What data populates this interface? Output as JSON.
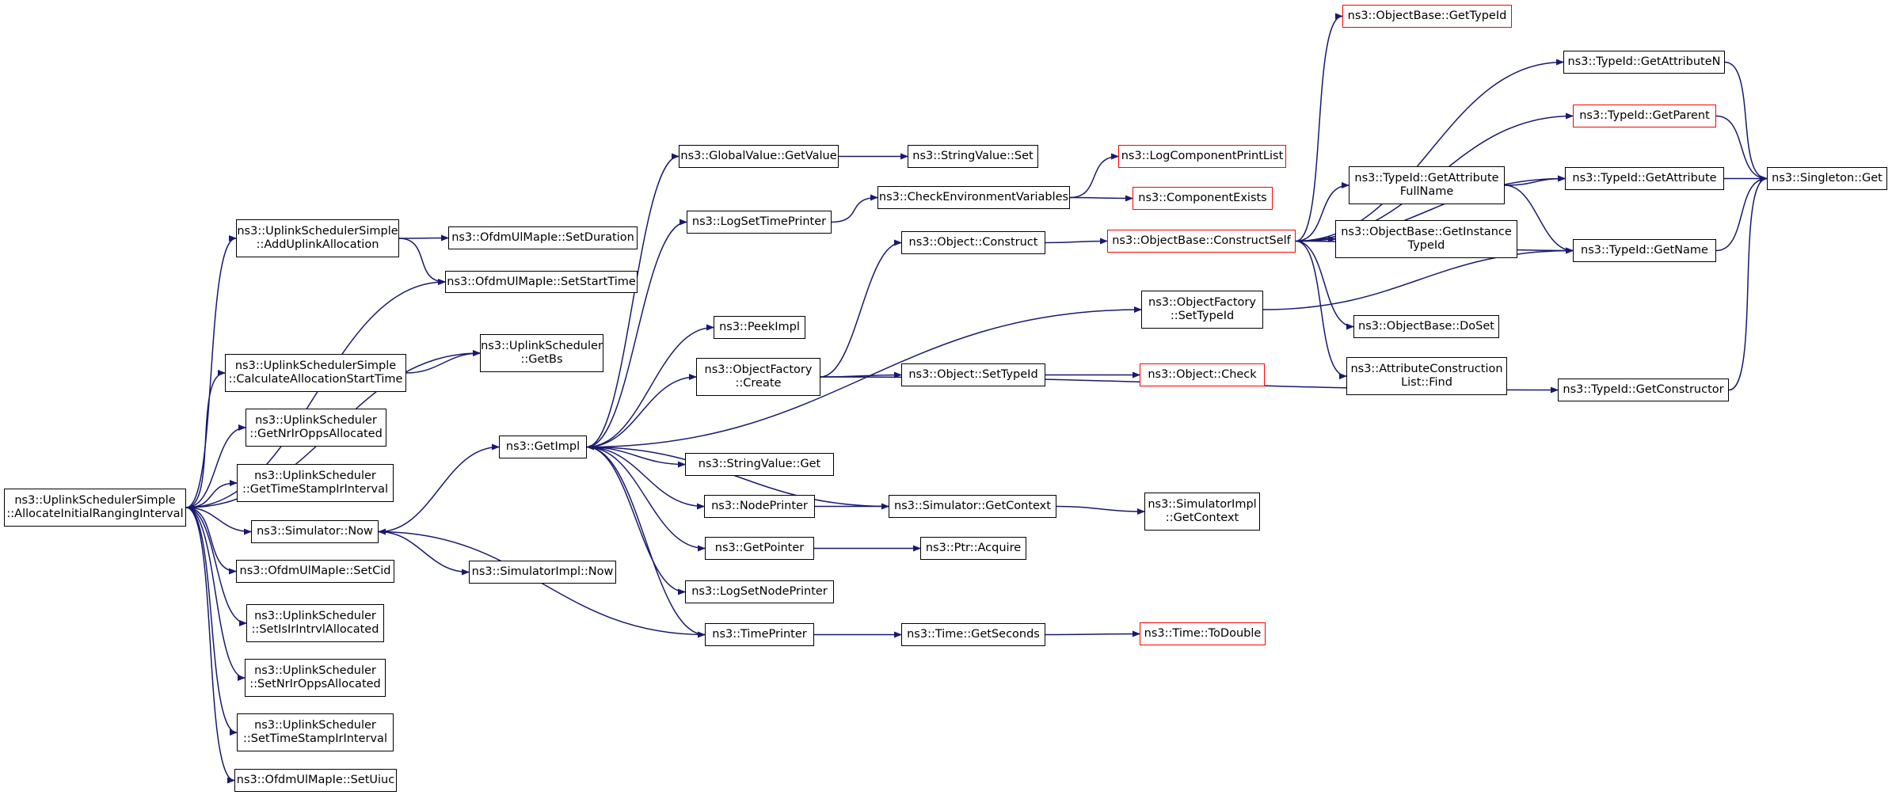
{
  "colors": {
    "edge": "#191970",
    "node_border": "#000000",
    "node_border_incomplete": "#ff0000",
    "root_fill": "#bfbfbf",
    "background": "#ffffff"
  },
  "nodes": [
    {
      "id": "n_root",
      "label": "ns3::UplinkSchedulerSimple\n::AllocateInitialRangingInterval",
      "style": "grey"
    },
    {
      "id": "n_adduplink",
      "label": "ns3::UplinkSchedulerSimple\n::AddUplinkAllocation"
    },
    {
      "id": "n_setduration",
      "label": "ns3::OfdmUlMapIe::SetDuration"
    },
    {
      "id": "n_setstarttime",
      "label": "ns3::OfdmUlMapIe::SetStartTime"
    },
    {
      "id": "n_getbs",
      "label": "ns3::UplinkScheduler\n::GetBs"
    },
    {
      "id": "n_calcalloc",
      "label": "ns3::UplinkSchedulerSimple\n::CalculateAllocationStartTime"
    },
    {
      "id": "n_getnrir",
      "label": "ns3::UplinkScheduler\n::GetNrIrOppsAllocated"
    },
    {
      "id": "n_gettimestamp",
      "label": "ns3::UplinkScheduler\n::GetTimeStampIrInterval"
    },
    {
      "id": "n_simnow",
      "label": "ns3::Simulator::Now"
    },
    {
      "id": "n_setcid",
      "label": "ns3::OfdmUlMapIe::SetCid"
    },
    {
      "id": "n_setisir",
      "label": "ns3::UplinkScheduler\n::SetIsIrIntrvlAllocated"
    },
    {
      "id": "n_setnrir",
      "label": "ns3::UplinkScheduler\n::SetNrIrOppsAllocated"
    },
    {
      "id": "n_settimestamp",
      "label": "ns3::UplinkScheduler\n::SetTimeStampIrInterval"
    },
    {
      "id": "n_setuiuc",
      "label": "ns3::OfdmUlMapIe::SetUiuc"
    },
    {
      "id": "n_getimpl",
      "label": "ns3::GetImpl"
    },
    {
      "id": "n_simimplnow",
      "label": "ns3::SimulatorImpl::Now"
    },
    {
      "id": "n_globalget",
      "label": "ns3::GlobalValue::GetValue"
    },
    {
      "id": "n_stringset",
      "label": "ns3::StringValue::Set"
    },
    {
      "id": "n_logsettime",
      "label": "ns3::LogSetTimePrinter"
    },
    {
      "id": "n_checkenv",
      "label": "ns3::CheckEnvironmentVariables"
    },
    {
      "id": "n_logcompprint",
      "label": "ns3::LogComponentPrintList",
      "style": "red"
    },
    {
      "id": "n_compexists",
      "label": "ns3::ComponentExists",
      "style": "red"
    },
    {
      "id": "n_objconstruct",
      "label": "ns3::Object::Construct"
    },
    {
      "id": "n_constructself",
      "label": "ns3::ObjectBase::ConstructSelf",
      "style": "red"
    },
    {
      "id": "n_peekimpl",
      "label": "ns3::PeekImpl"
    },
    {
      "id": "n_objfactcreate",
      "label": "ns3::ObjectFactory\n::Create"
    },
    {
      "id": "n_objsettypeid",
      "label": "ns3::Object::SetTypeId"
    },
    {
      "id": "n_objcheck",
      "label": "ns3::Object::Check",
      "style": "red"
    },
    {
      "id": "n_objfactsettypeid",
      "label": "ns3::ObjectFactory\n::SetTypeId"
    },
    {
      "id": "n_stringget",
      "label": "ns3::StringValue::Get"
    },
    {
      "id": "n_nodeprinter",
      "label": "ns3::NodePrinter"
    },
    {
      "id": "n_simgetctx",
      "label": "ns3::Simulator::GetContext"
    },
    {
      "id": "n_simimplgetctx",
      "label": "ns3::SimulatorImpl\n::GetContext"
    },
    {
      "id": "n_getpointer",
      "label": "ns3::GetPointer"
    },
    {
      "id": "n_ptracquire",
      "label": "ns3::Ptr::Acquire"
    },
    {
      "id": "n_logsetnode",
      "label": "ns3::LogSetNodePrinter"
    },
    {
      "id": "n_timeprinter",
      "label": "ns3::TimePrinter"
    },
    {
      "id": "n_timegetsec",
      "label": "ns3::Time::GetSeconds"
    },
    {
      "id": "n_timetodouble",
      "label": "ns3::Time::ToDouble",
      "style": "red"
    },
    {
      "id": "n_objbasegettypeid",
      "label": "ns3::ObjectBase::GetTypeId",
      "style": "red"
    },
    {
      "id": "n_getattrn",
      "label": "ns3::TypeId::GetAttributeN"
    },
    {
      "id": "n_getparent",
      "label": "ns3::TypeId::GetParent",
      "style": "red"
    },
    {
      "id": "n_getattrfull",
      "label": "ns3::TypeId::GetAttribute\nFullName"
    },
    {
      "id": "n_getattr",
      "label": "ns3::TypeId::GetAttribute"
    },
    {
      "id": "n_singletonget",
      "label": "ns3::Singleton::Get"
    },
    {
      "id": "n_getinsttypeid",
      "label": "ns3::ObjectBase::GetInstance\nTypeId"
    },
    {
      "id": "n_getname",
      "label": "ns3::TypeId::GetName"
    },
    {
      "id": "n_doset",
      "label": "ns3::ObjectBase::DoSet"
    },
    {
      "id": "n_attrlistfind",
      "label": "ns3::AttributeConstruction\nList::Find"
    },
    {
      "id": "n_getconstructor",
      "label": "ns3::TypeId::GetConstructor"
    }
  ],
  "edges": [
    [
      "n_root",
      "n_adduplink"
    ],
    [
      "n_root",
      "n_setstarttime"
    ],
    [
      "n_root",
      "n_getbs"
    ],
    [
      "n_root",
      "n_calcalloc"
    ],
    [
      "n_root",
      "n_getnrir"
    ],
    [
      "n_root",
      "n_gettimestamp"
    ],
    [
      "n_root",
      "n_simnow"
    ],
    [
      "n_root",
      "n_setcid"
    ],
    [
      "n_root",
      "n_setisir"
    ],
    [
      "n_root",
      "n_setnrir"
    ],
    [
      "n_root",
      "n_settimestamp"
    ],
    [
      "n_root",
      "n_setuiuc"
    ],
    [
      "n_adduplink",
      "n_setduration"
    ],
    [
      "n_adduplink",
      "n_setstarttime"
    ],
    [
      "n_calcalloc",
      "n_getbs"
    ],
    [
      "n_simnow",
      "n_getimpl"
    ],
    [
      "n_simnow",
      "n_simimplnow"
    ],
    [
      "n_getimpl",
      "n_globalget"
    ],
    [
      "n_getimpl",
      "n_logsettime"
    ],
    [
      "n_getimpl",
      "n_objfactsettypeid"
    ],
    [
      "n_getimpl",
      "n_peekimpl"
    ],
    [
      "n_getimpl",
      "n_objfactcreate"
    ],
    [
      "n_getimpl",
      "n_stringget"
    ],
    [
      "n_getimpl",
      "n_nodeprinter"
    ],
    [
      "n_getimpl",
      "n_getpointer"
    ],
    [
      "n_getimpl",
      "n_logsetnode"
    ],
    [
      "n_getimpl",
      "n_timeprinter"
    ],
    [
      "n_globalget",
      "n_stringset"
    ],
    [
      "n_logsettime",
      "n_checkenv"
    ],
    [
      "n_checkenv",
      "n_logcompprint"
    ],
    [
      "n_checkenv",
      "n_compexists"
    ],
    [
      "n_objfactcreate",
      "n_objconstruct"
    ],
    [
      "n_objfactcreate",
      "n_objsettypeid"
    ],
    [
      "n_objfactcreate",
      "n_getconstructor"
    ],
    [
      "n_objconstruct",
      "n_constructself"
    ],
    [
      "n_objsettypeid",
      "n_objcheck"
    ],
    [
      "n_objfactsettypeid",
      "n_getname"
    ],
    [
      "n_nodeprinter",
      "n_simgetctx"
    ],
    [
      "n_simgetctx",
      "n_getimpl"
    ],
    [
      "n_simgetctx",
      "n_simimplgetctx"
    ],
    [
      "n_getpointer",
      "n_ptracquire"
    ],
    [
      "n_timeprinter",
      "n_simnow"
    ],
    [
      "n_timeprinter",
      "n_timegetsec"
    ],
    [
      "n_timegetsec",
      "n_timetodouble"
    ],
    [
      "n_constructself",
      "n_objbasegettypeid"
    ],
    [
      "n_constructself",
      "n_getattrn"
    ],
    [
      "n_constructself",
      "n_getparent"
    ],
    [
      "n_constructself",
      "n_getattrfull"
    ],
    [
      "n_constructself",
      "n_getattr"
    ],
    [
      "n_constructself",
      "n_getinsttypeid"
    ],
    [
      "n_constructself",
      "n_getname"
    ],
    [
      "n_constructself",
      "n_doset"
    ],
    [
      "n_constructself",
      "n_attrlistfind"
    ],
    [
      "n_getattrfull",
      "n_getattr"
    ],
    [
      "n_getattrfull",
      "n_getname"
    ],
    [
      "n_getattrn",
      "n_singletonget"
    ],
    [
      "n_getparent",
      "n_singletonget"
    ],
    [
      "n_getattr",
      "n_singletonget"
    ],
    [
      "n_getname",
      "n_singletonget"
    ],
    [
      "n_getconstructor",
      "n_singletonget"
    ]
  ]
}
